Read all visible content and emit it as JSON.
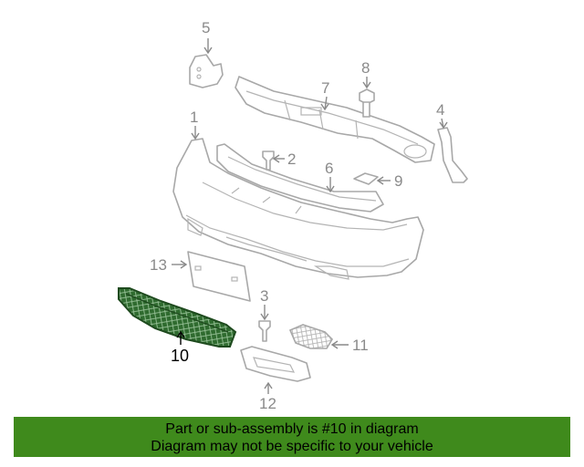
{
  "diagram": {
    "callouts": [
      {
        "id": "1",
        "label": "1"
      },
      {
        "id": "2",
        "label": "2"
      },
      {
        "id": "3",
        "label": "3"
      },
      {
        "id": "4",
        "label": "4"
      },
      {
        "id": "5",
        "label": "5"
      },
      {
        "id": "6",
        "label": "6"
      },
      {
        "id": "7",
        "label": "7"
      },
      {
        "id": "8",
        "label": "8"
      },
      {
        "id": "9",
        "label": "9"
      },
      {
        "id": "10",
        "label": "10",
        "highlighted": true
      },
      {
        "id": "11",
        "label": "11"
      },
      {
        "id": "12",
        "label": "12"
      },
      {
        "id": "13",
        "label": "13"
      }
    ],
    "colors": {
      "highlight_part": "#2f6b2f",
      "part_outline": "#a8a8a8",
      "callout_text": "#8a8a8a",
      "banner_bg": "#3f8a1c"
    }
  },
  "banner": {
    "line1": "Part or sub-assembly is #10 in diagram",
    "line2": "Diagram may not be specific to your vehicle"
  }
}
